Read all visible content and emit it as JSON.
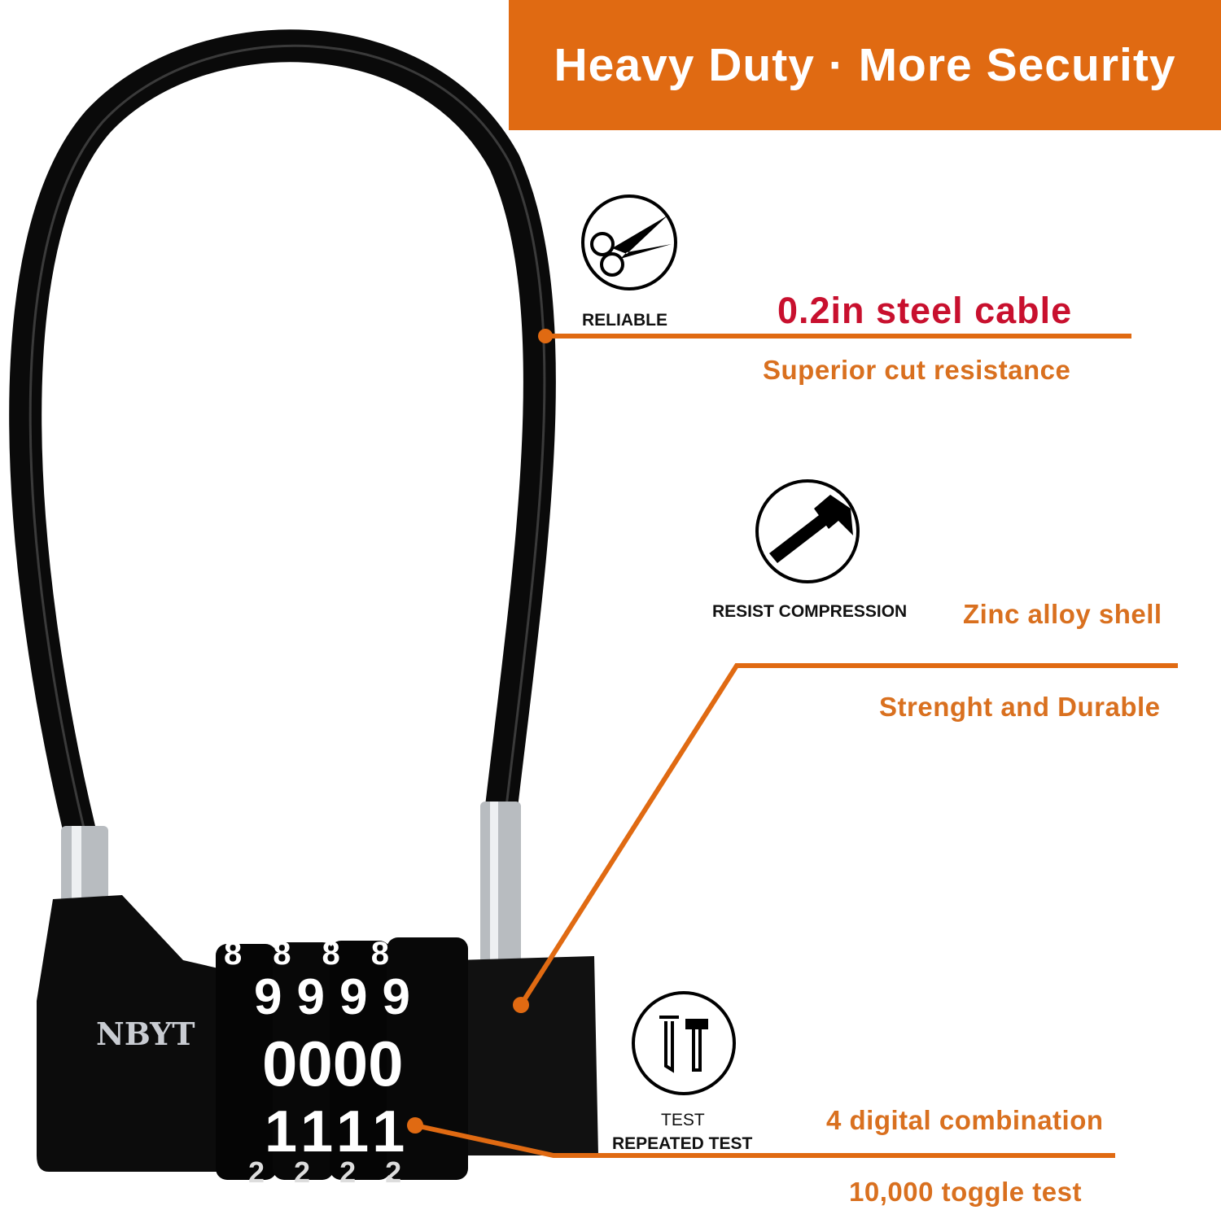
{
  "banner": {
    "title": "Heavy Duty · More Security",
    "color": "#e06a12"
  },
  "product": {
    "logo_text": "NBYT",
    "dial_digits": [
      "8",
      "9",
      "0",
      "1",
      "2"
    ]
  },
  "features": [
    {
      "icon": "scissors-icon",
      "label": "RELIABLE",
      "headline": "0.2in steel cable",
      "sub": "Superior cut resistance"
    },
    {
      "icon": "hammer-icon",
      "label": "RESIST COMPRESSION",
      "headline": "Zinc alloy shell",
      "sub": "Strenght and Durable"
    },
    {
      "icon": "tools-icon",
      "label_top": "TEST",
      "label": "REPEATED TEST",
      "headline": "4 digital combination",
      "sub": "10,000 toggle test"
    }
  ],
  "colors": {
    "accent": "#e06a12",
    "red": "#c8102e",
    "orange_text": "#d9701f"
  }
}
